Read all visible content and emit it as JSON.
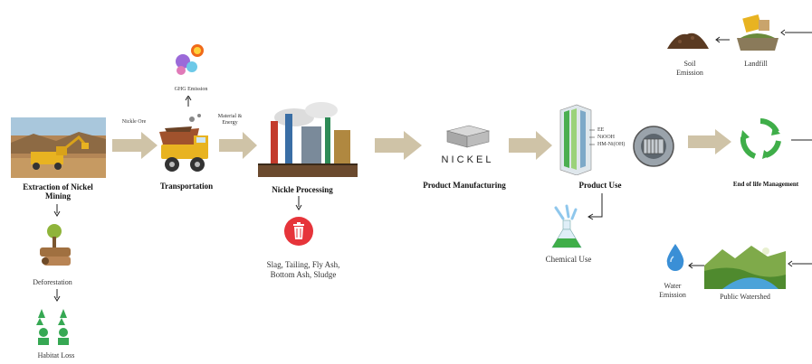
{
  "stages": {
    "extraction": "Extraction of Nickel Mining",
    "transportation": "Transportation",
    "processing": "Nickle Processing",
    "manufacturing": "Product Manufacturing",
    "product_use": "Product Use",
    "end_of_life": "End of life Management"
  },
  "flows": {
    "nickle_ore": "Nickle Ore",
    "material_energy": "Material & Energy",
    "ghg": "GHG Emission",
    "nickel_word": "N I C K E L",
    "processing_waste": "Slag, Tailing, Fly Ash, Bottom Ash, Sludge",
    "deforestation": "Deforestation",
    "habitat_loss": "Habitat Loss",
    "chemical_use": "Chemical Use",
    "soil_emission": "Soil Emission",
    "landfill": "Landfill",
    "water_emission": "Water Emission",
    "public_watershed": "Public Watershed"
  },
  "battery_labels": [
    "EE",
    "NiOOH",
    "HM-Ni(OH)"
  ],
  "colors": {
    "arrow": "#cfc3a7",
    "recycle": "#3fae49",
    "trash": "#e6343a",
    "water": "#3a8fd6",
    "truck": "#e8b321"
  }
}
